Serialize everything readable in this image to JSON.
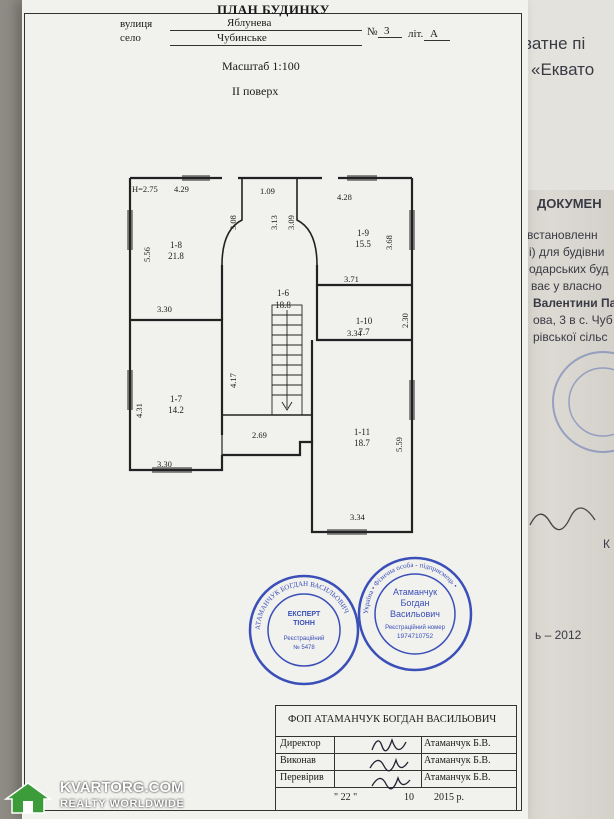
{
  "header": {
    "title": "ПЛАН БУДИНКУ",
    "street_label": "вулиця",
    "street_value": "Яблунева",
    "number_label": "№",
    "number_value": "3",
    "litera_label": "літ.",
    "litera_value": "А",
    "village_label": "село",
    "village_value": "Чубинське",
    "scale": "Масштаб 1:100",
    "floor": "ІІ поверх"
  },
  "rooms": [
    {
      "id": "1-8",
      "area": "21.8"
    },
    {
      "id": "1-9",
      "area": "15.5"
    },
    {
      "id": "1-6",
      "area": "18.8"
    },
    {
      "id": "1-10",
      "area": "7.7"
    },
    {
      "id": "1-7",
      "area": "14.2"
    },
    {
      "id": "1-11",
      "area": "18.7"
    }
  ],
  "dimensions": {
    "height": "Н=2.75",
    "d429": "4.29",
    "d109": "1.09",
    "d428": "4.28",
    "d556": "5.56",
    "d308": "3.08",
    "d313": "3.13",
    "d309": "3.09",
    "d368": "3.68",
    "d371": "3.71",
    "d330a": "3.30",
    "d230": "2.30",
    "d334a": "3.34",
    "d431": "4.31",
    "d417": "4.17",
    "d269": "2.69",
    "d559": "5.59",
    "d330b": "3.30",
    "d334b": "3.34"
  },
  "stamp_left": {
    "line1": "ЕКСПЕРТ",
    "line2": "ТІОНН",
    "line3": "Реєстраційний",
    "line4": "№ 5478",
    "ring": "АТАМАНЧУК БОГДАН ВАСИЛЬОВИЧ"
  },
  "stamp_right": {
    "line1": "Атаманчук",
    "line2": "Богдан",
    "line3": "Васильович",
    "line4": "Реєстраційний номер",
    "line5": "1974710752",
    "ring": "Україна • Фізична особа - підприємець •"
  },
  "title_block": {
    "org": "ФОП АТАМАНЧУК БОГДАН ВАСИЛЬОВИЧ",
    "rows": [
      {
        "role": "Директор",
        "name": "Атаманчук Б.В."
      },
      {
        "role": "Виконав",
        "name": "Атаманчук Б.В."
      },
      {
        "role": "Перевірив",
        "name": "Атаманчук Б.В."
      }
    ],
    "date_day": "\"  22  \"",
    "date_month": "10",
    "date_year": "2015 р."
  },
  "background_doc": {
    "lines": [
      "ватне пі",
      "«Еквато",
      "ДОКУМЕН",
      "встановленн",
      "і) для будівни",
      "одарських буд",
      "ває у власно",
      "Валентини Па",
      "ова, 3 в с. Чуб",
      "рівської сільс",
      "К",
      "ь – 2012"
    ]
  },
  "watermark": {
    "site": "KVARTORG.COM",
    "tagline": "REALTY WORLDWIDE"
  },
  "colors": {
    "stamp_blue": "#3a4fb8",
    "paper": "#f1f1ee",
    "ink": "#1a1a1a"
  }
}
